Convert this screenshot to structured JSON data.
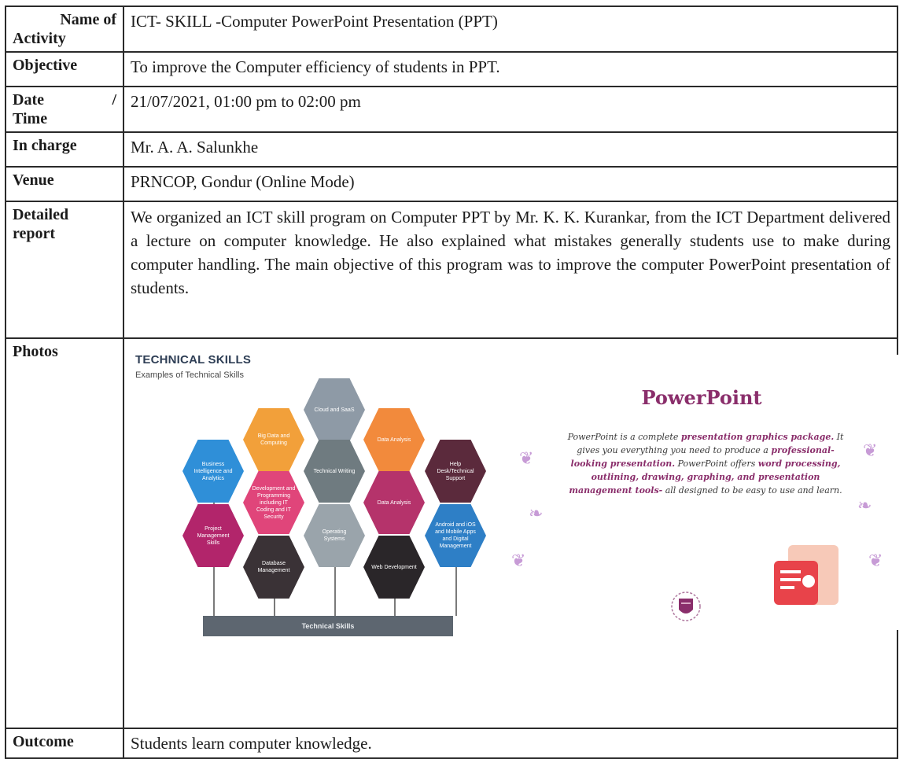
{
  "rows": {
    "activity": {
      "label_a": "Name of",
      "label_b": "Activity",
      "value": "ICT- SKILL -Computer PowerPoint Presentation (PPT)"
    },
    "objective": {
      "label": "Objective",
      "value": "To improve the Computer efficiency of students in PPT."
    },
    "datetime": {
      "label_a": "Date",
      "label_slash": "/",
      "label_b": "Time",
      "value": "21/07/2021, 01:00 pm to 02:00 pm"
    },
    "incharge": {
      "label": "In charge",
      "value": "Mr. A. A. Salunkhe"
    },
    "venue": {
      "label": "Venue",
      "value": "PRNCOP, Gondur (Online Mode)"
    },
    "report": {
      "label_a": "Detailed",
      "label_b": "report",
      "value": "We organized an ICT skill program on Computer PPT by Mr. K. K. Kurankar, from the ICT Department delivered a lecture on computer knowledge. He also explained what mistakes generally students use to make during computer handling. The main objective of this program was to improve the computer PowerPoint presentation of students."
    },
    "photos": {
      "label": "Photos"
    },
    "outcome": {
      "label": "Outcome",
      "value": "Students learn computer knowledge."
    }
  },
  "slide_technical": {
    "title": "TECHNICAL SKILLS",
    "subtitle": "Examples of Technical Skills",
    "hexes": [
      {
        "label": "Cloud and SaaS",
        "color": "#8e9aa6"
      },
      {
        "label": "Big Data and Computing",
        "color": "#f2a03a"
      },
      {
        "label": "Data Analysis",
        "color": "#f28a3c"
      },
      {
        "label": "Business Intelligence and Analytics",
        "color": "#2f8fd8"
      },
      {
        "label": "Technical Writing",
        "color": "#6f7b80"
      },
      {
        "label": "Help Desk/Technical Support",
        "color": "#5b2a3c"
      },
      {
        "label": "Development and Programming including IT Coding and IT Security",
        "color": "#e0457a"
      },
      {
        "label": "Data Analysis",
        "color": "#b5336b"
      },
      {
        "label": "Project Management Skills",
        "color": "#b2256b"
      },
      {
        "label": "Operating Systems",
        "color": "#9aa4ab"
      },
      {
        "label": "Android and iOS and Mobile Apps and Digital Management",
        "color": "#2e7fc6"
      },
      {
        "label": "Database Management",
        "color": "#3a3236"
      },
      {
        "label": "Web Development",
        "color": "#2a2629"
      }
    ],
    "base_label": "Technical Skills"
  },
  "slide_ppt": {
    "title": "PowerPoint",
    "p1": "PowerPoint is a complete ",
    "b1": "presentation graphics package.",
    "p2": " It gives you everything you need to produce a ",
    "b2": "professional-looking presentation.",
    "p3": " PowerPoint offers ",
    "b3": "word processing, outlining, drawing, graphing, and presentation management tools-",
    "p4": " all designed to be easy to use and learn."
  }
}
